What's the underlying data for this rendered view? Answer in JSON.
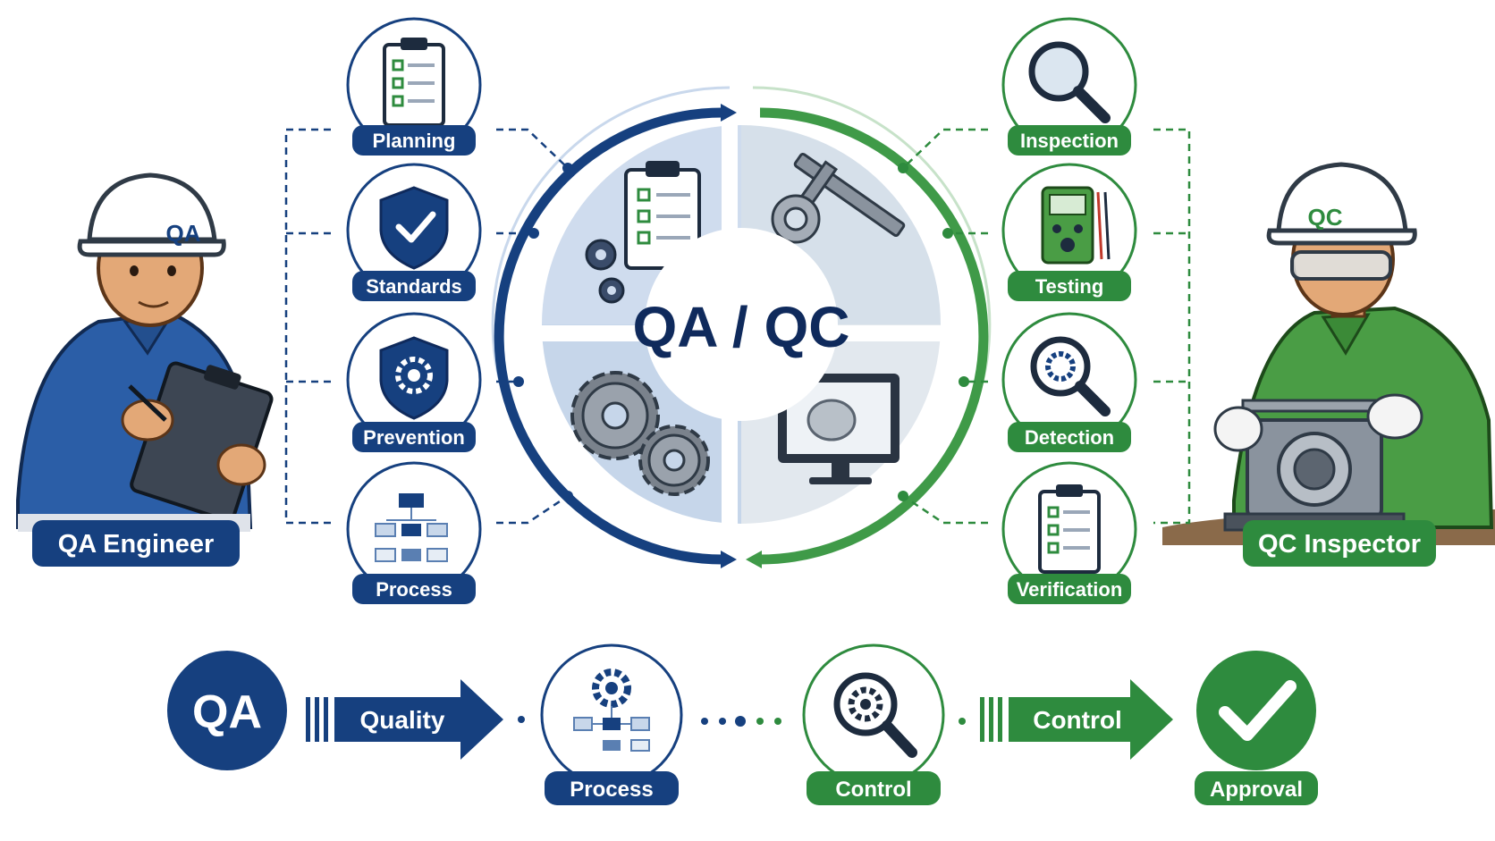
{
  "center": {
    "title": "QA / QC"
  },
  "qa_side": {
    "role_label": "QA Engineer",
    "helmet_label": "QA",
    "items": [
      {
        "label": "Planning",
        "icon": "clipboard-checklist-icon"
      },
      {
        "label": "Standards",
        "icon": "shield-check-icon"
      },
      {
        "label": "Prevention",
        "icon": "shield-gear-icon"
      },
      {
        "label": "Process",
        "icon": "flowchart-icon"
      }
    ]
  },
  "qc_side": {
    "role_label": "QC Inspector",
    "helmet_label": "QC",
    "items": [
      {
        "label": "Inspection",
        "icon": "magnifier-icon"
      },
      {
        "label": "Testing",
        "icon": "multimeter-icon"
      },
      {
        "label": "Detection",
        "icon": "magnifier-gear-icon"
      },
      {
        "label": "Verification",
        "icon": "clipboard-checklist-icon"
      }
    ]
  },
  "flow": {
    "start_label": "QA",
    "arrow1_label": "Quality",
    "step1_label": "Process",
    "step2_label": "Control",
    "arrow2_label": "Control",
    "end_label": "Approval"
  },
  "colors": {
    "qa_blue": "#16407f",
    "qa_dark": "#0f2a5c",
    "qc_green": "#2e8b3e",
    "qc_light": "#5aa85e"
  }
}
